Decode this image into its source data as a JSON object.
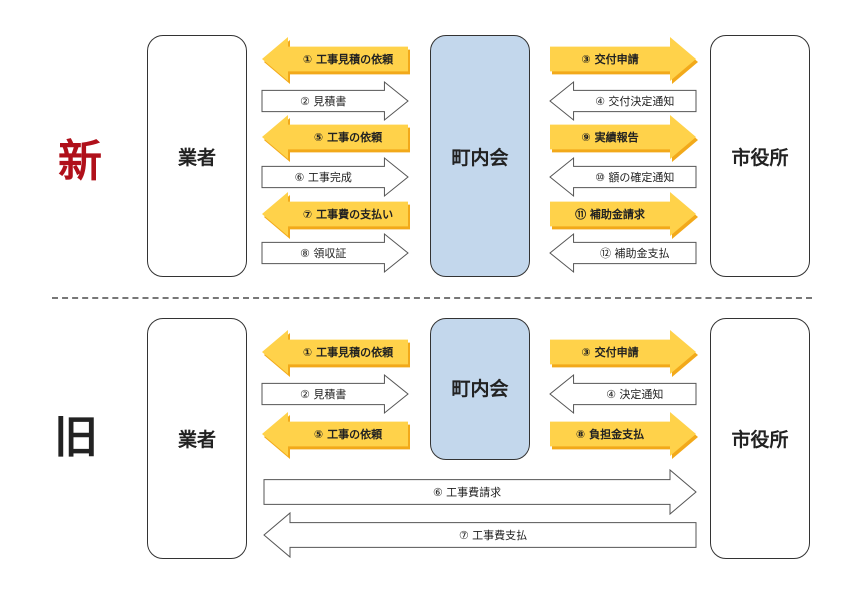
{
  "colors": {
    "accent_red": "#b0101a",
    "arrow_yellow": "#ffd24a",
    "arrow_yellow_shadow": "#f2a91a",
    "center_blue": "#c3d7ec"
  },
  "new_section": {
    "label": "新",
    "contractor": "業者",
    "association": "町内会",
    "city_office": "市役所",
    "arrows_left": [
      "① 工事見積の依頼",
      "② 見積書",
      "⑤ 工事の依頼",
      "⑥ 工事完成",
      "⑦ 工事費の支払い",
      "⑧ 領収証"
    ],
    "arrows_right": [
      "③ 交付申請",
      "④ 交付決定通知",
      "⑨ 実績報告",
      "⑩ 額の確定通知",
      "⑪ 補助金請求",
      "⑫ 補助金支払"
    ]
  },
  "old_section": {
    "label": "旧",
    "contractor": "業者",
    "association": "町内会",
    "city_office": "市役所",
    "arrows_left": [
      "① 工事見積の依頼",
      "② 見積書",
      "⑤ 工事の依頼"
    ],
    "arrows_right": [
      "③ 交付申請",
      "④ 決定通知",
      "⑧ 負担金支払"
    ],
    "arrows_long": [
      "⑥ 工事費請求",
      "⑦ 工事費支払"
    ]
  }
}
